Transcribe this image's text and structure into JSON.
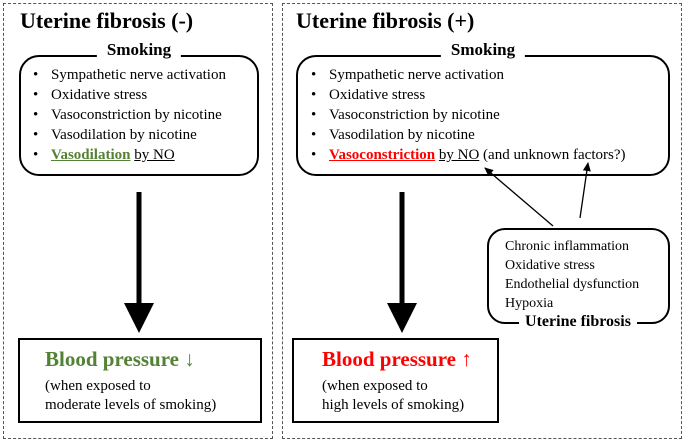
{
  "left": {
    "title": "Uterine fibrosis (-)",
    "box_title": "Smoking",
    "items": [
      "Sympathetic nerve activation",
      "Oxidative stress",
      "Vasoconstriction by nicotine",
      "Vasodilation by nicotine"
    ],
    "last_item": {
      "highlight": "Vasodilation",
      "rest": "by NO"
    },
    "result": {
      "label": "Blood pressure ↓",
      "sub1": "(when exposed to",
      "sub2": "moderate levels of smoking)"
    }
  },
  "right": {
    "title": "Uterine fibrosis (+)",
    "box_title": "Smoking",
    "items": [
      "Sympathetic nerve activation",
      "Oxidative stress",
      "Vasoconstriction by nicotine",
      "Vasodilation by nicotine"
    ],
    "last_item": {
      "highlight": "Vasoconstriction",
      "mid": "by NO",
      "rest": "(and unknown factors?)"
    },
    "result": {
      "label": "Blood pressure ↑",
      "sub1": "(when exposed to",
      "sub2": "high levels of smoking)"
    },
    "fibrosis": {
      "items": [
        "Chronic inflammation",
        "Oxidative stress",
        "Endothelial dysfunction",
        "Hypoxia"
      ],
      "title": "Uterine fibrosis"
    }
  },
  "colors": {
    "decrease": "#548235",
    "increase": "#ff0000"
  }
}
